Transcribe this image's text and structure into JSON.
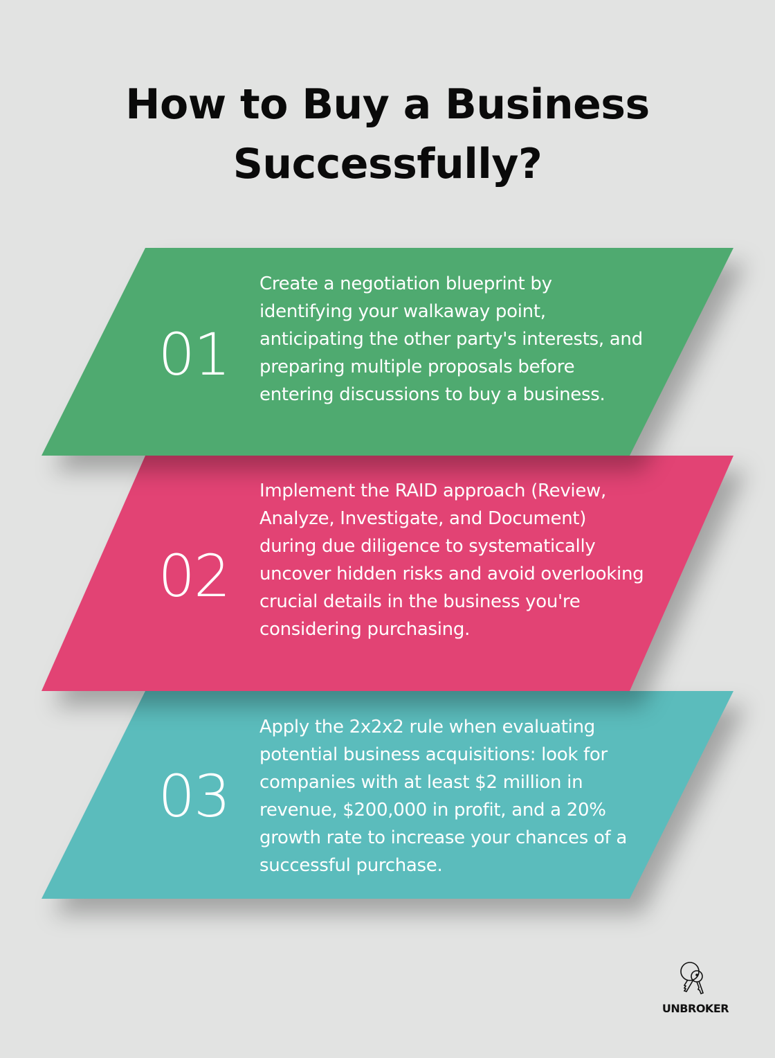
{
  "title": "How to Buy a Business Successfully?",
  "steps": [
    {
      "number": "01",
      "color": "#4faa70",
      "text": "Create a negotiation blueprint by identifying your walkaway point, anticipating the other party's interests, and preparing multiple proposals before entering discussions to buy a business."
    },
    {
      "number": "02",
      "color": "#e24374",
      "text": "Implement the RAID approach (Review, Analyze, Investigate, and Document) during due diligence to systematically uncover hidden risks and avoid overlooking crucial details in the business you're considering purchasing."
    },
    {
      "number": "03",
      "color": "#5bbcbc",
      "text": "Apply the 2x2x2 rule when evaluating potential business acquisitions: look for companies with at least $2 million in revenue, $200,000 in profit, and a 20% growth rate to increase your chances of a successful purchase."
    }
  ],
  "brand": {
    "name": "UNBROKER",
    "icon": "keys-icon"
  }
}
